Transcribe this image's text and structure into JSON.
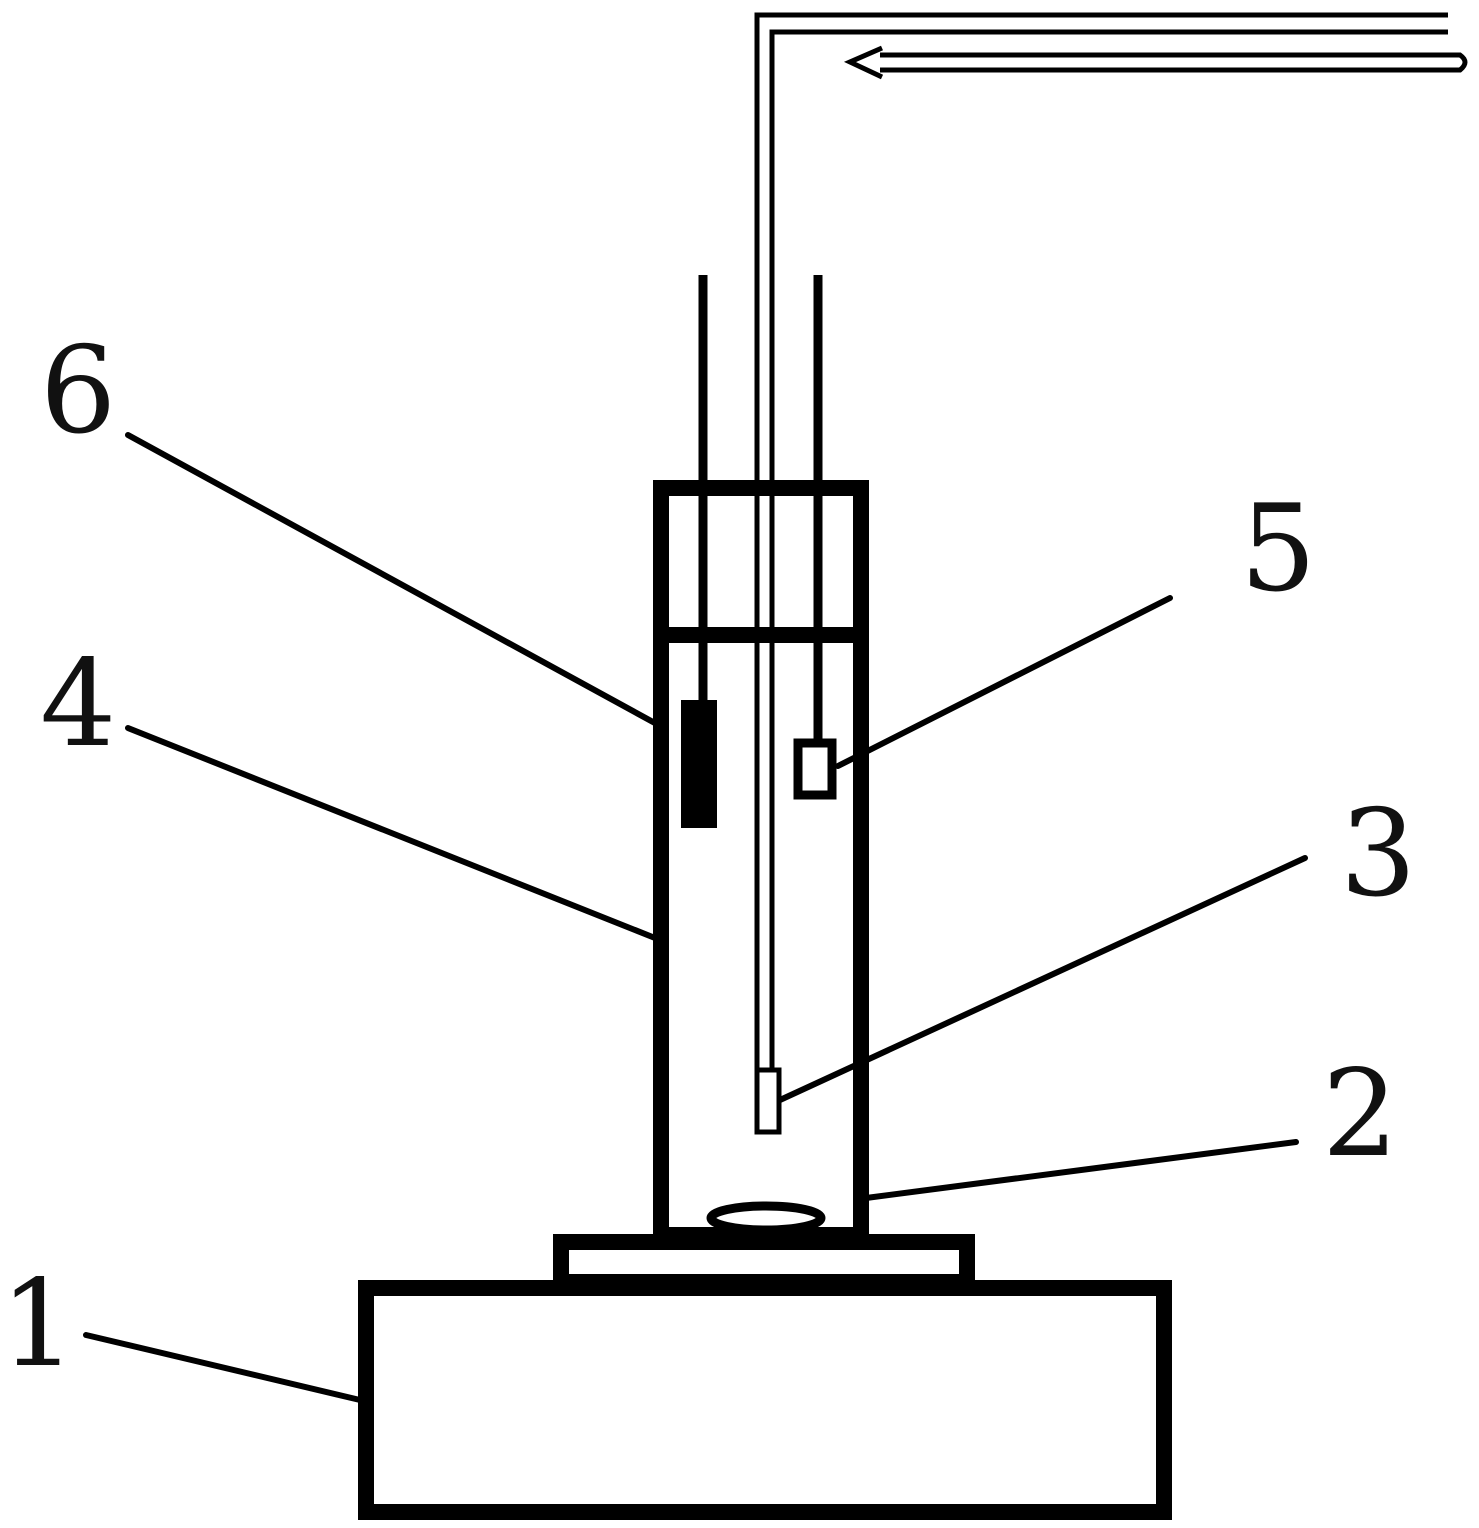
{
  "diagram": {
    "labels": {
      "one": "1",
      "two": "2",
      "three": "3",
      "four": "4",
      "five": "5",
      "six": "6"
    },
    "colors": {
      "ink": "#000000",
      "background": "#ffffff"
    }
  }
}
